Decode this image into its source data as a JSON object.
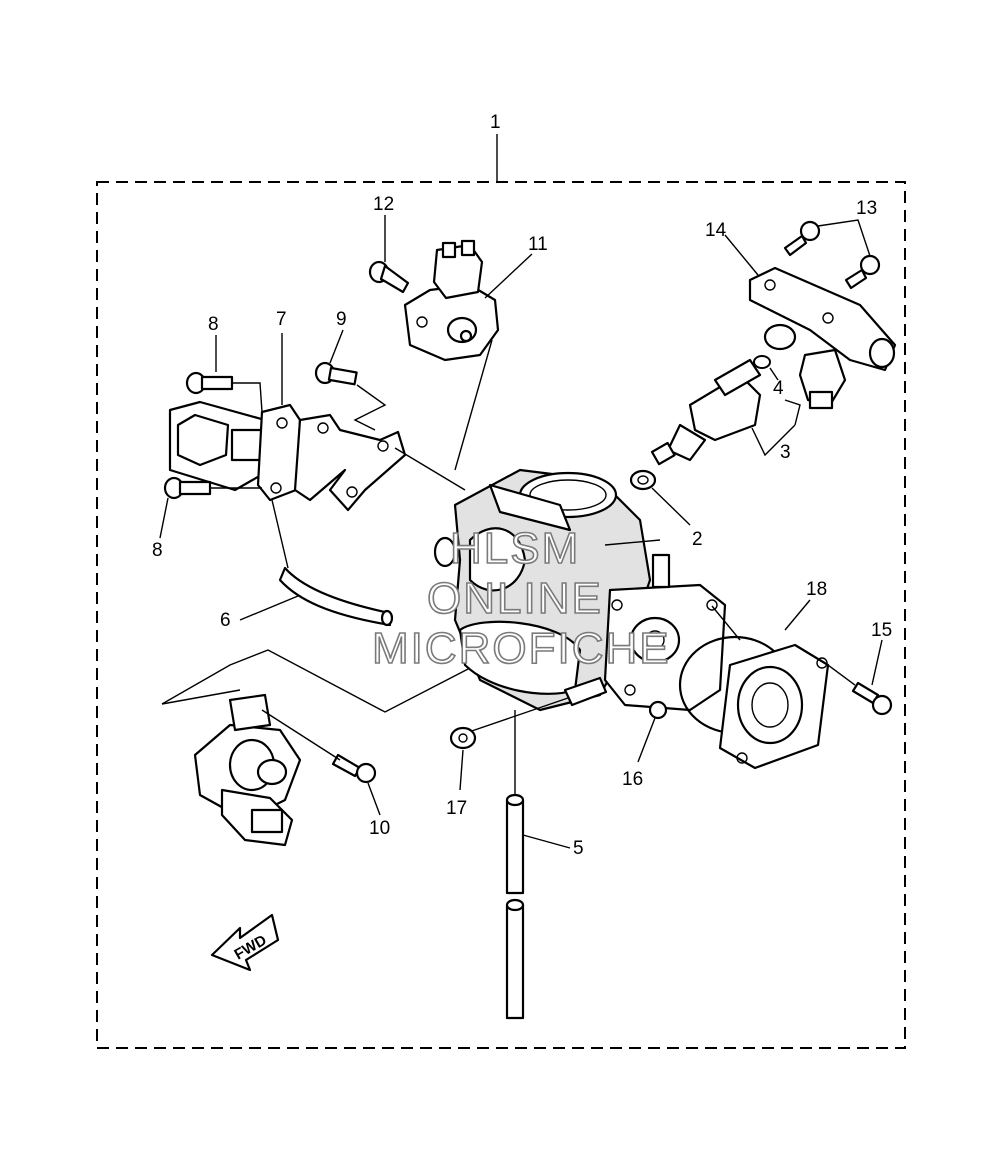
{
  "callouts": {
    "c1": "1",
    "c2": "2",
    "c3": "3",
    "c4": "4",
    "c5": "5",
    "c6": "6",
    "c7": "7",
    "c8a": "8",
    "c8b": "8",
    "c9": "9",
    "c10": "10",
    "c11": "11",
    "c12": "12",
    "c13": "13",
    "c14": "14",
    "c15": "15",
    "c16": "16",
    "c17": "17",
    "c18": "18"
  },
  "direction_label": "FWD",
  "watermark": {
    "line1": "HLSM",
    "line2": "ONLINE",
    "line3": "MICROFICHE"
  }
}
